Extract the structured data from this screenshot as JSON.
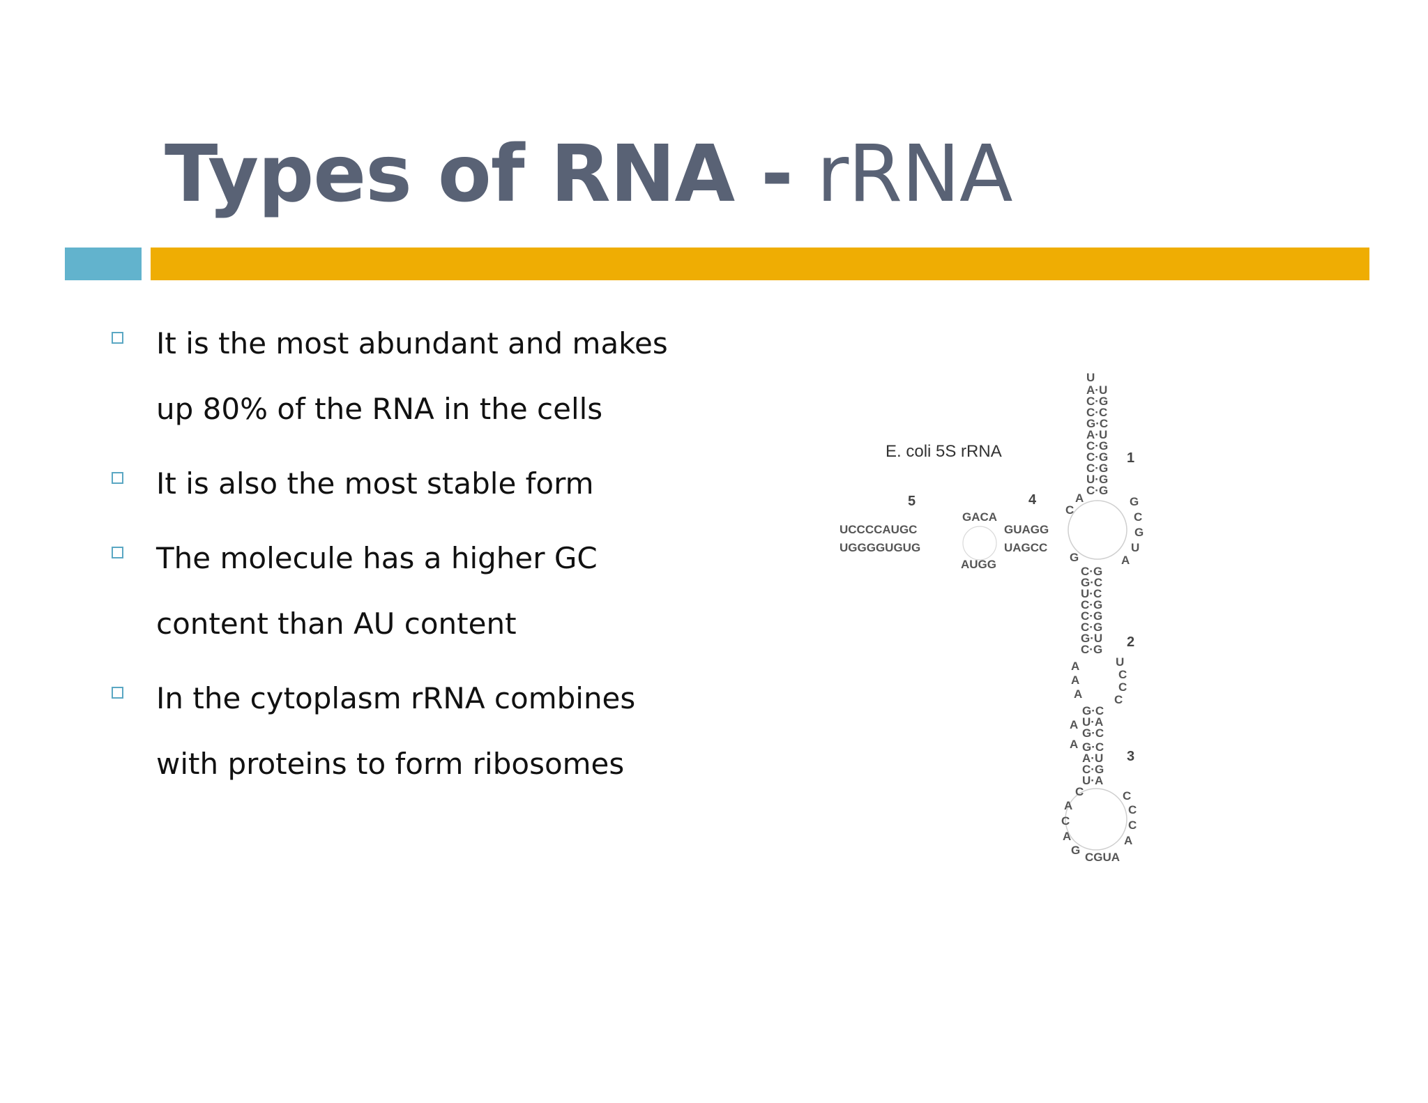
{
  "slide": {
    "title_bold": "Types of RNA -",
    "title_light": " rRNA",
    "colors": {
      "title": "#596275",
      "accent_blue": "#62b3cd",
      "accent_gold": "#efad03"
    },
    "bullet_icon": "hollow-square-icon",
    "bullets": [
      "It is the most abundant and makes up 80% of the RNA in the cells",
      "It is also the most stable form",
      "The molecule has a higher GC content than AU content",
      "In the cytoplasm rRNA combines with proteins to form ribosomes"
    ]
  },
  "figure": {
    "caption": "E. coli 5S rRNA",
    "helix_numbers": [
      "1",
      "2",
      "3",
      "4",
      "5"
    ]
  }
}
